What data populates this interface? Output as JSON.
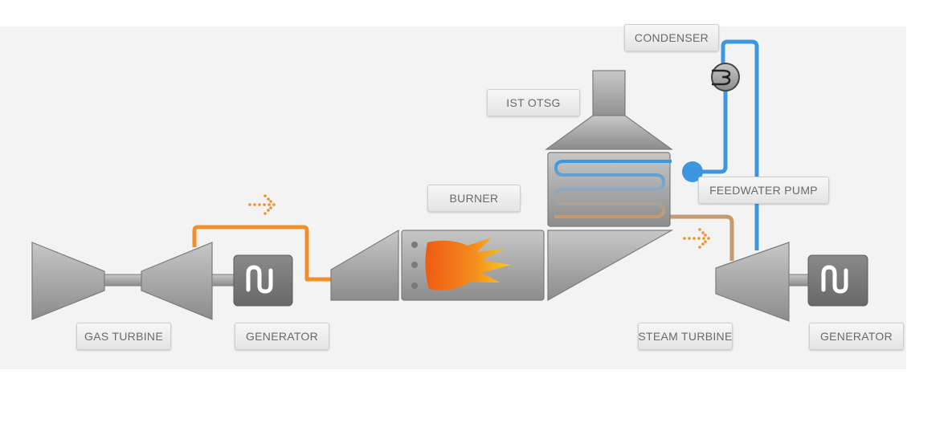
{
  "labels": {
    "gas_turbine": "GAS TURBINE",
    "generator_left": "GENERATOR",
    "burner": "BURNER",
    "ist_otsg": "IST OTSG",
    "condenser": "CONDENSER",
    "feedwater_pump": "FEEDWATER PUMP",
    "steam_turbine": "STEAM TURBINE",
    "generator_right": "GENERATOR"
  },
  "colors": {
    "background_panel": "#f3f3f3",
    "machine_gray": "#a8a8a8",
    "dark_gray": "#777777",
    "hot_gas_orange": "#f0902a",
    "cold_water_blue": "#3d97e0",
    "steam_tan": "#c79a6e",
    "flame_orange": "#f06a14",
    "flame_yellow": "#f7c21c"
  },
  "icons": {
    "generator": "sine-wave-icon",
    "flow": "dotted-arrow-icon",
    "pump": "pump-icon"
  }
}
